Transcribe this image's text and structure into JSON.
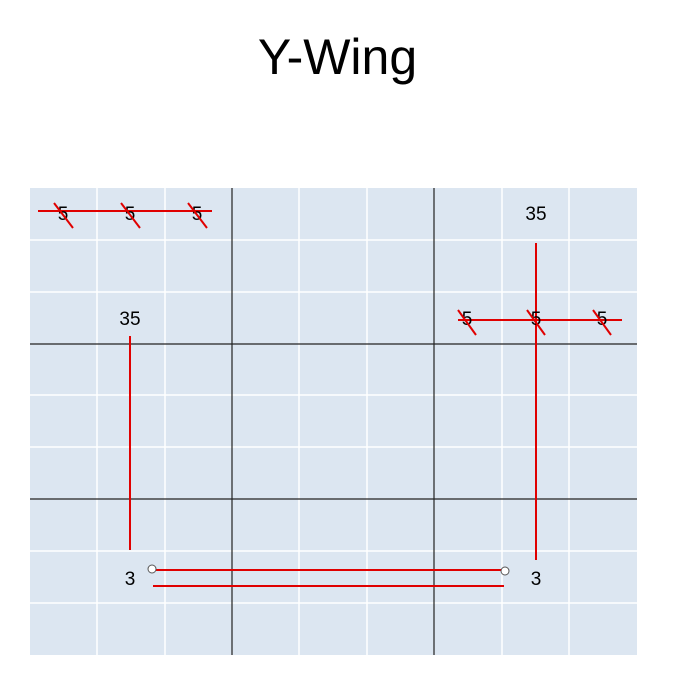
{
  "title": "Y-Wing",
  "grid": {
    "background": "#dce6f1",
    "thin_line_color": "#ffffff",
    "thick_line_color": "#1a1a1a"
  },
  "accent_color": "#e00000",
  "cells": [
    {
      "id": "r1c1",
      "text": "5",
      "eliminated": true
    },
    {
      "id": "r1c2",
      "text": "5",
      "eliminated": true
    },
    {
      "id": "r1c3",
      "text": "5",
      "eliminated": true
    },
    {
      "id": "r1c8",
      "text": "35",
      "eliminated": false
    },
    {
      "id": "r3c2",
      "text": "35",
      "eliminated": false
    },
    {
      "id": "r3c7",
      "text": "5",
      "eliminated": true
    },
    {
      "id": "r3c8",
      "text": "5",
      "eliminated": true
    },
    {
      "id": "r3c9",
      "text": "5",
      "eliminated": true
    },
    {
      "id": "r8c2",
      "text": "3",
      "eliminated": false
    },
    {
      "id": "r8c8",
      "text": "3",
      "eliminated": false
    }
  ]
}
